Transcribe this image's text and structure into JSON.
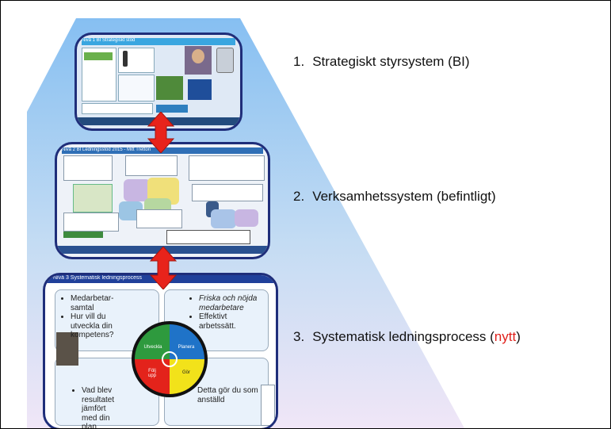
{
  "levels": [
    {
      "number": "1.",
      "text": "Strategiskt styrsystem (BI)"
    },
    {
      "number": "2.",
      "text": "Verksamhetssystem (befintligt)"
    },
    {
      "number": "3.",
      "text": "Systematisk ledningsprocess (",
      "highlight": "nytt",
      "suffix": ")"
    }
  ],
  "panel1": {
    "title": "Nivå 1 BI Strategiskt stöd"
  },
  "panel2": {
    "title": "Nivå 2 BI Ledningsstöd 2015 - Mitt Tretton"
  },
  "panel3": {
    "title": "Nivå 3 Systematisk ledningsprocess",
    "q1": [
      "Medarbetar-samtal",
      "Hur vill du utveckla din kompetens?"
    ],
    "q2": [
      "Friska och nöjda medarbetare",
      "Effektivt arbetssätt."
    ],
    "q3": [
      "Vad blev resultatet jämfört med din plan"
    ],
    "q4": [
      "Detta gör du som anställd"
    ],
    "cycle": [
      "Utveckla",
      "Planera",
      "Följ upp",
      "Gör"
    ]
  },
  "colors": {
    "pyramid_top": "#8fc3f2",
    "pyramid_bottom": "#ede4f6",
    "arrow": "#e8231b",
    "panel_border": "#1f2e7a",
    "cycle_green": "#2e9a3e",
    "cycle_blue": "#1f73c8",
    "cycle_red": "#e3231b",
    "cycle_yellow": "#f2e21a"
  },
  "icons": [
    "double-arrow-icon",
    "double-arrow-icon"
  ]
}
